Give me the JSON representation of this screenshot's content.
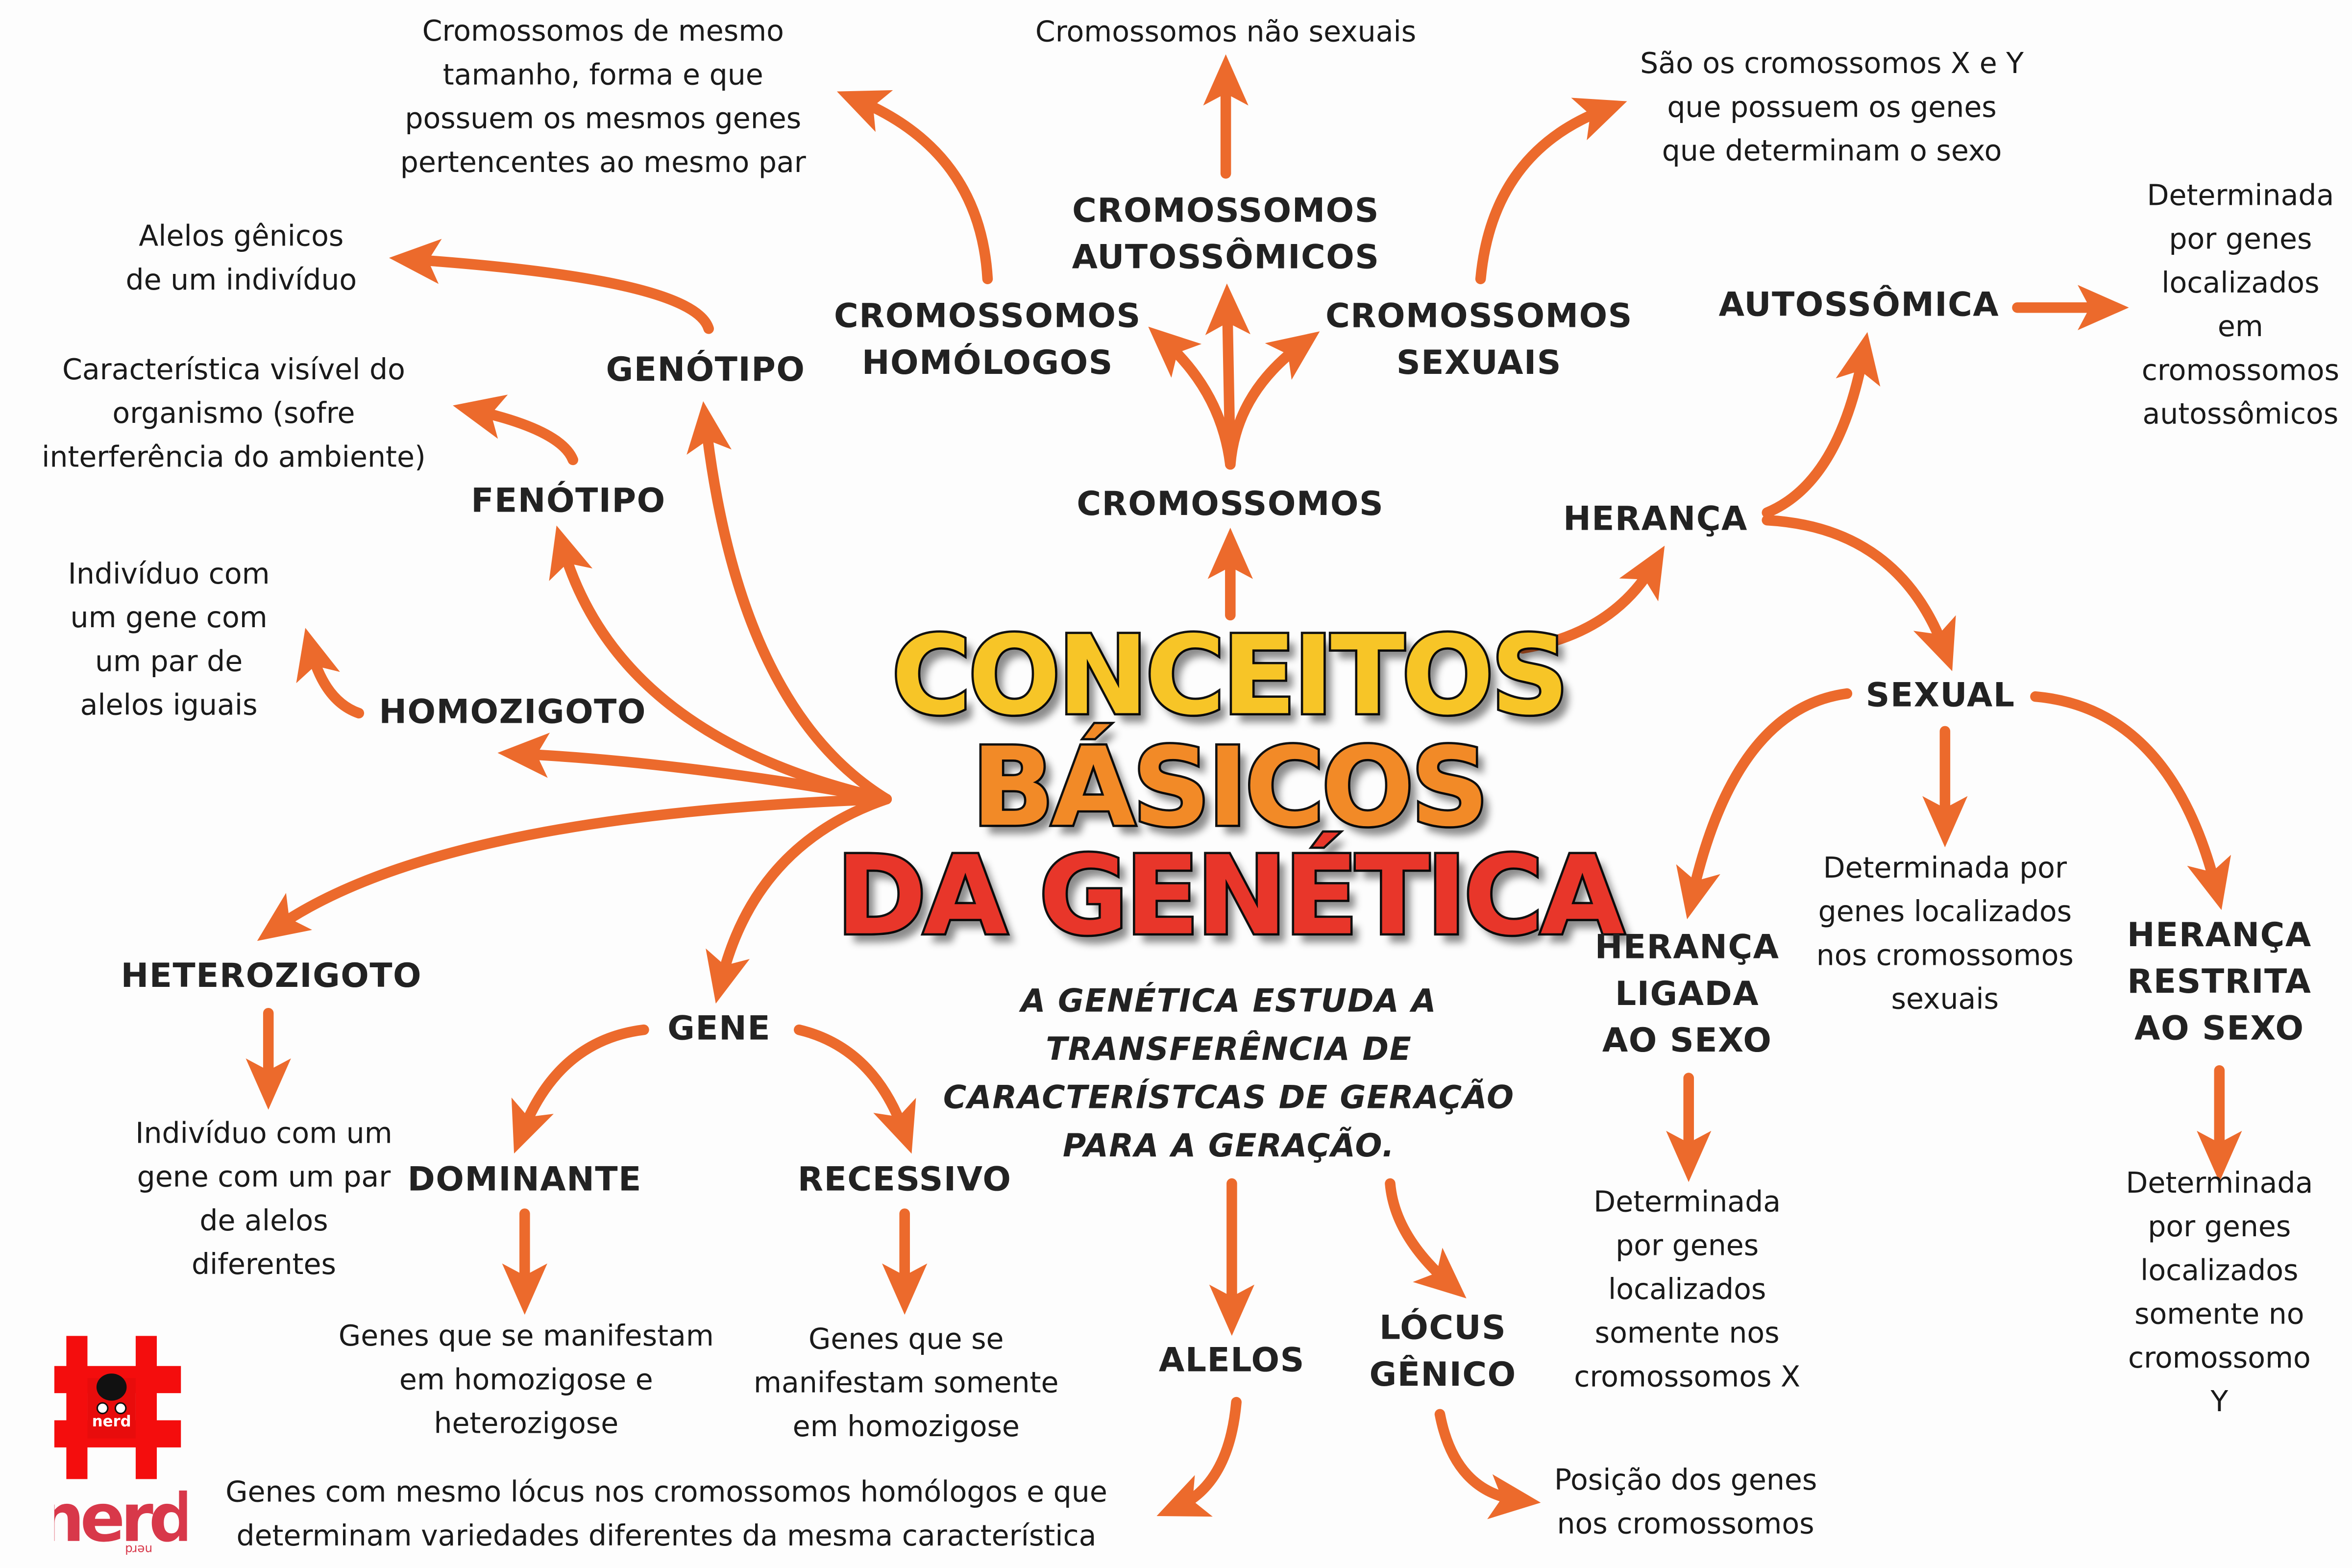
{
  "title": {
    "line1": "CONCEITOS",
    "line2": "BÁSICOS",
    "line3": "DA GENÉTICA"
  },
  "description": "A GENÉTICA ESTUDA A\nTRANSFERÊNCIA DE\nCARACTERÍSTCAS DE GERAÇÃO\nPARA A GERAÇÃO.",
  "accent_color": "#ec6a2c",
  "nodes": {
    "cromossomos": "CROMOSSOMOS",
    "cromossomos_homologos": "CROMOSSOMOS\nHOMÓLOGOS",
    "cromossomos_autossomicos": "CROMOSSOMOS\nAUTOSSÔMICOS",
    "cromossomos_sexuais": "CROMOSSOMOS\nSEXUAIS",
    "genotipo": "GENÓTIPO",
    "fenotipo": "FENÓTIPO",
    "homozigoto": "HOMOZIGOTO",
    "heterozigoto": "HETEROZIGOTO",
    "gene": "GENE",
    "dominante": "DOMINANTE",
    "recessivo": "RECESSIVO",
    "alelos": "ALELOS",
    "locus_genico": "LÓCUS\nGÊNICO",
    "heranca": "HERANÇA",
    "autossomica": "AUTOSSÔMICA",
    "sexual": "SEXUAL",
    "heranca_ligada": "HERANÇA\nLIGADA\nAO SEXO",
    "heranca_restrita": "HERANÇA\nRESTRITA\nAO SEXO"
  },
  "notes": {
    "homologos_def": "Cromossomos de mesmo\ntamanho, forma e que\npossuem os mesmos genes\npertencentes  ao mesmo  par",
    "autossomicos_def": "Cromossomos não sexuais",
    "sexuais_def": "São os cromossomos X e Y\nque possuem os genes\nque determinam  o sexo",
    "autossomica_def": "Determinada\npor genes\nlocalizados\nem\ncromossomos\nautossômicos",
    "genotipo_def": "Alelos gênicos\nde um indivíduo",
    "fenotipo_def": "Característica  visível do\norganismo (sofre\ninterferência do ambiente)",
    "homozigoto_def": "Indivíduo com\num gene com\num par de\nalelos iguais",
    "heterozigoto_def": "Indivíduo com um\ngene  com um par\nde alelos\ndiferentes",
    "dominante_def": "Genes   que se manifestam\nem homozigose e\nheterozigose",
    "recessivo_def": "Genes   que se\nmanifestam somente\nem homozigose",
    "alelos_def": "Genes com mesmo  lócus  nos cromossomos homólogos e que\ndeterminam  variedades diferentes da mesma característica",
    "locus_def": "Posição dos genes\nnos cromossomos",
    "sexual_def": "Determinada por\ngenes  localizados\nnos cromossomos\nsexuais",
    "ligada_def": "Determinada\npor genes\nlocalizados\nsomente  nos\ncromossomos X",
    "restrita_def": "Determinada\npor genes\nlocalizados\nsomente  no\ncromossomo Y"
  },
  "logo": {
    "text": "nerd",
    "sub": "nerd",
    "symbol": "#"
  }
}
